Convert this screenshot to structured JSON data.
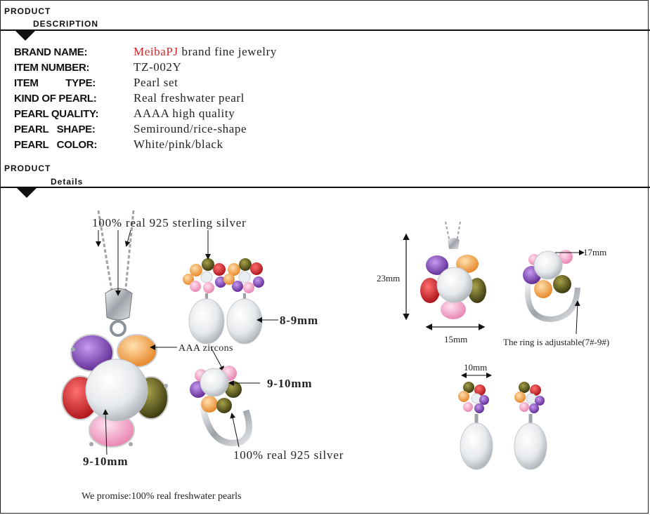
{
  "description_header": {
    "line1": "PRODUCT",
    "line2": "DESCRIPTION"
  },
  "details_header": {
    "line1": "PRODUCT",
    "line2": "Details"
  },
  "specs": [
    {
      "label": "BRAND   NAME:",
      "value_brand": "MeibaPJ",
      "value": " brand fine jewelry"
    },
    {
      "label": "ITEM   NUMBER:",
      "value": "TZ-002Y"
    },
    {
      "label": "ITEM          TYPE:",
      "value": "Pearl set"
    },
    {
      "label": "KIND OF PEARL:",
      "value": "Real freshwater pearl"
    },
    {
      "label": "PEARL QUALITY:",
      "value": "AAAA high quality"
    },
    {
      "label": "PEARL   SHAPE:",
      "value": "Semiround/rice-shape"
    },
    {
      "label": "PEARL   COLOR:",
      "value": "White/pink/black"
    }
  ],
  "details": {
    "silver_label": "100% real 925 sterling silver",
    "earring_size": "8-9mm",
    "zircons": "AAA zircons",
    "ring_pearl_size": "9-10mm",
    "pendant_pearl_size": "9-10mm",
    "ring_silver": "100% real 925 silver",
    "promise": "We promise:100% real freshwater pearls",
    "dim_23": "23mm",
    "dim_15": "15mm",
    "dim_17": "17mm",
    "ring_adjustable": "The ring is adjustable(7#-9#)",
    "dim_10": "10mm"
  },
  "colors": {
    "brand_red": "#d8262a",
    "amethyst": "#7a3fb0",
    "ruby": "#d8222a",
    "peach": "#f2a24a",
    "olive": "#5b5a1c",
    "pink": "#f3a6c8",
    "silver": "#b8bcc2",
    "pearl": "#eef0f2"
  }
}
